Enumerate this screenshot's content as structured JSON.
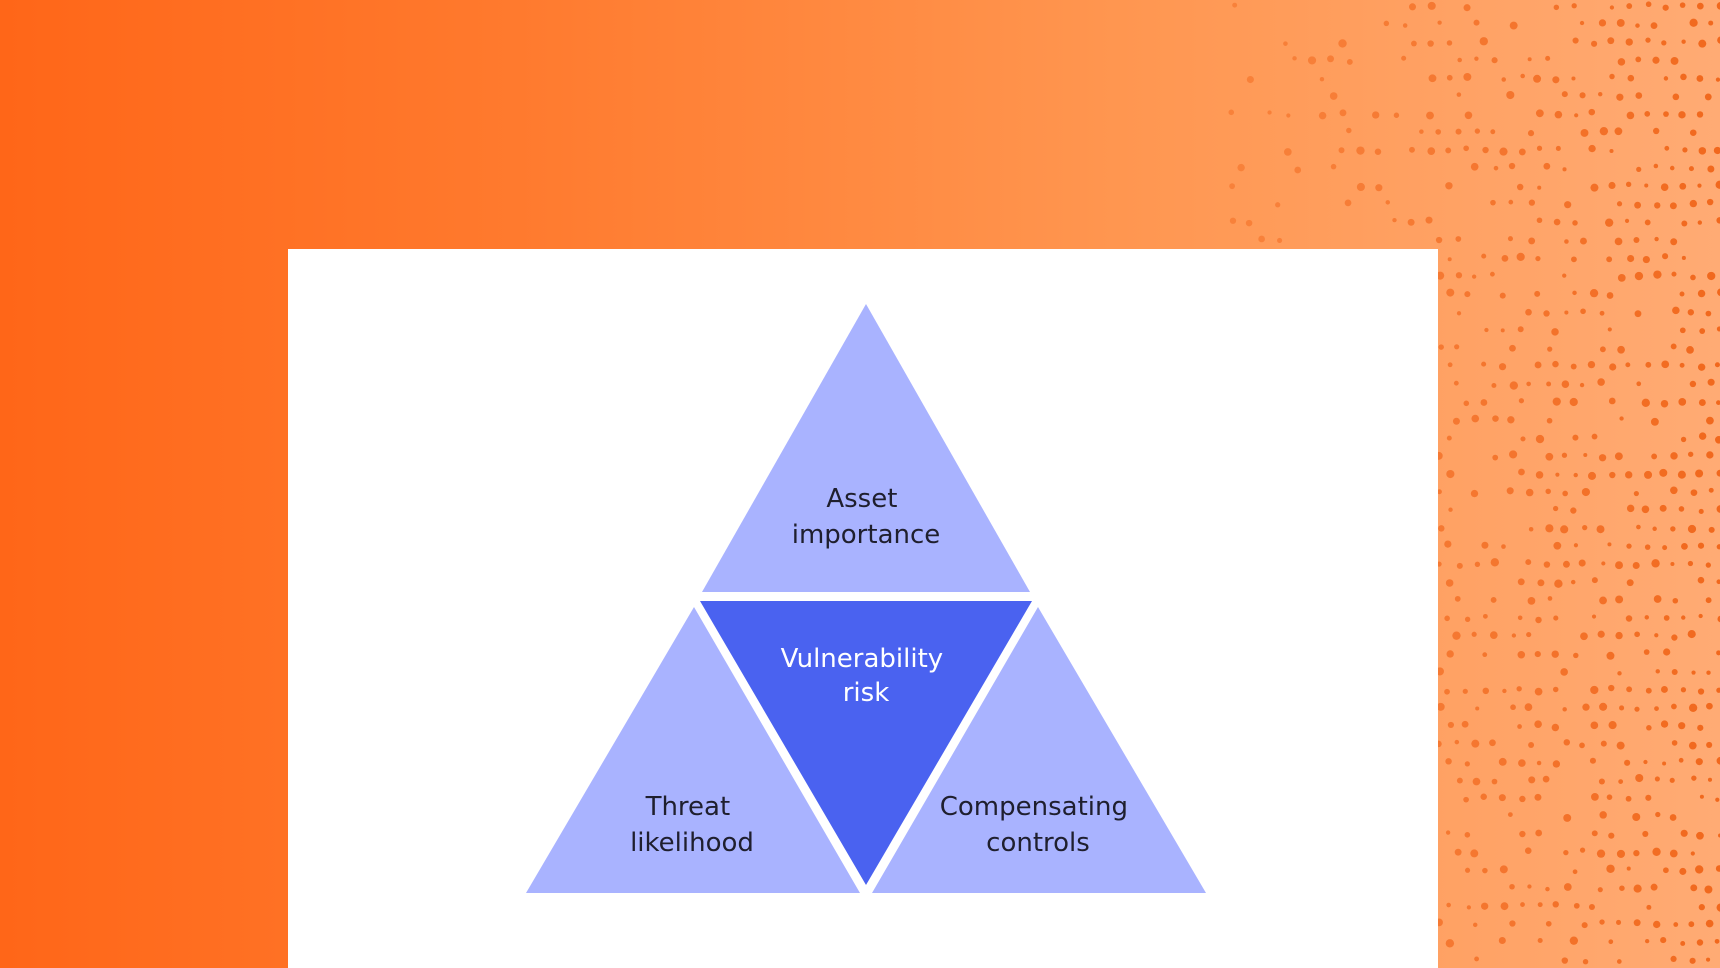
{
  "colors": {
    "background_orange": "#ff6618",
    "background_light_orange": "#ffab74",
    "dot_color": "#f06418",
    "outer_triangle_fill": "#a9b3ff",
    "center_triangle_fill": "#4a62f0",
    "dark_text": "#1f1f2e",
    "light_text": "#ffffff"
  },
  "diagram": {
    "top": {
      "line1": "Asset",
      "line2": "importance"
    },
    "center": {
      "line1": "Vulnerability",
      "line2": "risk"
    },
    "left": {
      "line1": "Threat",
      "line2": "likelihood"
    },
    "right": {
      "line1": "Compensating",
      "line2": "controls"
    }
  }
}
